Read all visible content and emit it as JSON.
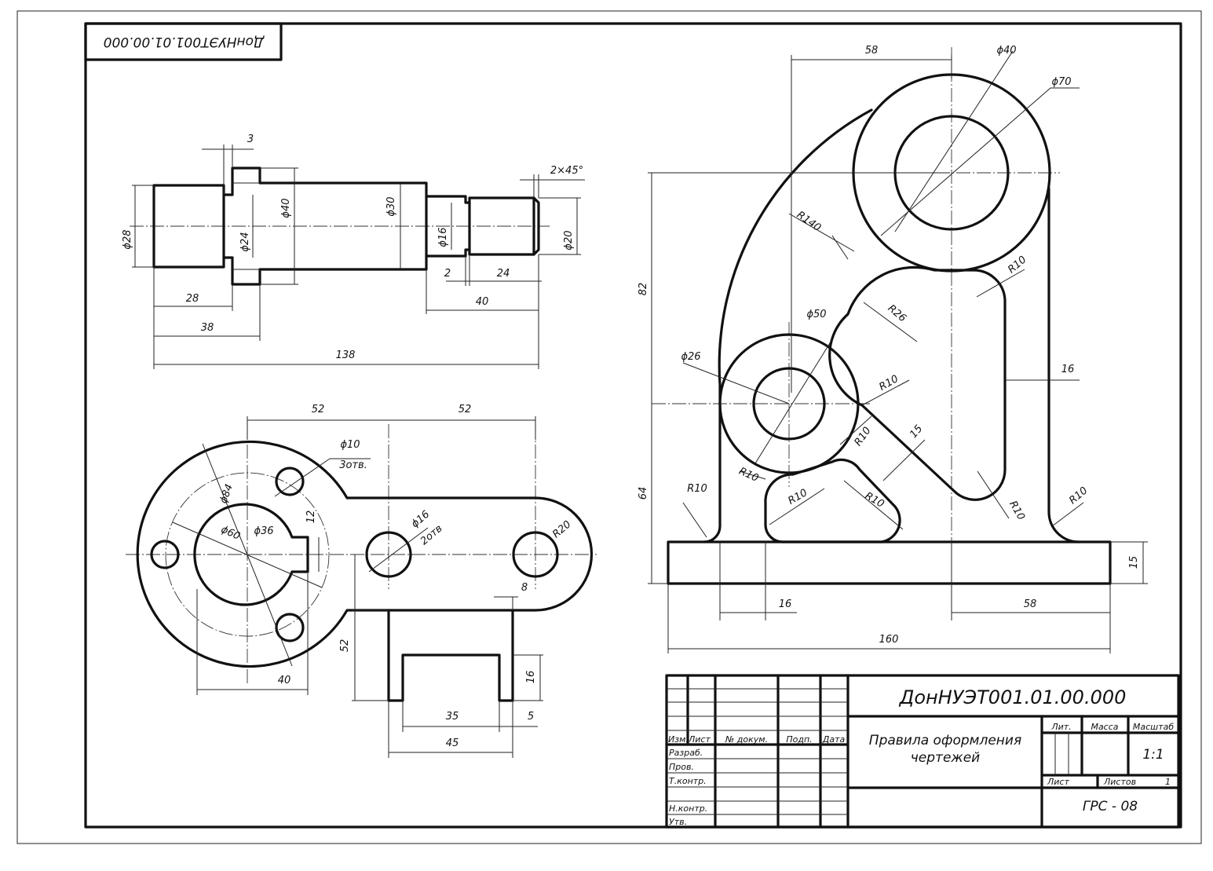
{
  "stamp_code": "ДонНУЭТ001.01.00.000",
  "shaft": {
    "top_dims": [
      "3",
      "2×45°"
    ],
    "diameters": [
      "ϕ28",
      "ϕ24",
      "ϕ40",
      "ϕ30",
      "ϕ16",
      "ϕ20"
    ],
    "lengths": [
      "2",
      "24",
      "28",
      "40",
      "38",
      "138"
    ]
  },
  "plate": {
    "dims": [
      "52",
      "52",
      "ϕ10",
      "3отв.",
      "ϕ84",
      "ϕ60",
      "ϕ36",
      "12",
      "ϕ16",
      "2отв",
      "R20",
      "8",
      "52",
      "16",
      "40",
      "35",
      "5",
      "45"
    ]
  },
  "bracket": {
    "dims": [
      "58",
      "ϕ40",
      "ϕ70",
      "R140",
      "82",
      "R10",
      "R26",
      "ϕ50",
      "ϕ26",
      "R10",
      "16",
      "R10",
      "15",
      "R10",
      "R10",
      "R10",
      "R10",
      "R10",
      "64",
      "15",
      "16",
      "58",
      "160",
      "R10"
    ]
  },
  "title_block": {
    "designation": "ДонНУЭТ001.01.00.000",
    "name_line1": "Правила оформления",
    "name_line2": "чертежей",
    "col_izm": "Изм.",
    "col_list": "Лист",
    "col_doc": "№ докум.",
    "col_sign": "Подп.",
    "col_date": "Дата",
    "row_razrab": "Разраб.",
    "row_prov": "Пров.",
    "row_tkontr": "Т.контр.",
    "row_nkontr": "Н.контр.",
    "row_utv": "Утв.",
    "lit": "Лит.",
    "mass": "Масса",
    "scale": "Масштаб",
    "scale_value": "1:1",
    "sheet": "Лист",
    "sheets": "Листов",
    "sheets_count": "1",
    "group": "ГРС - 08"
  }
}
